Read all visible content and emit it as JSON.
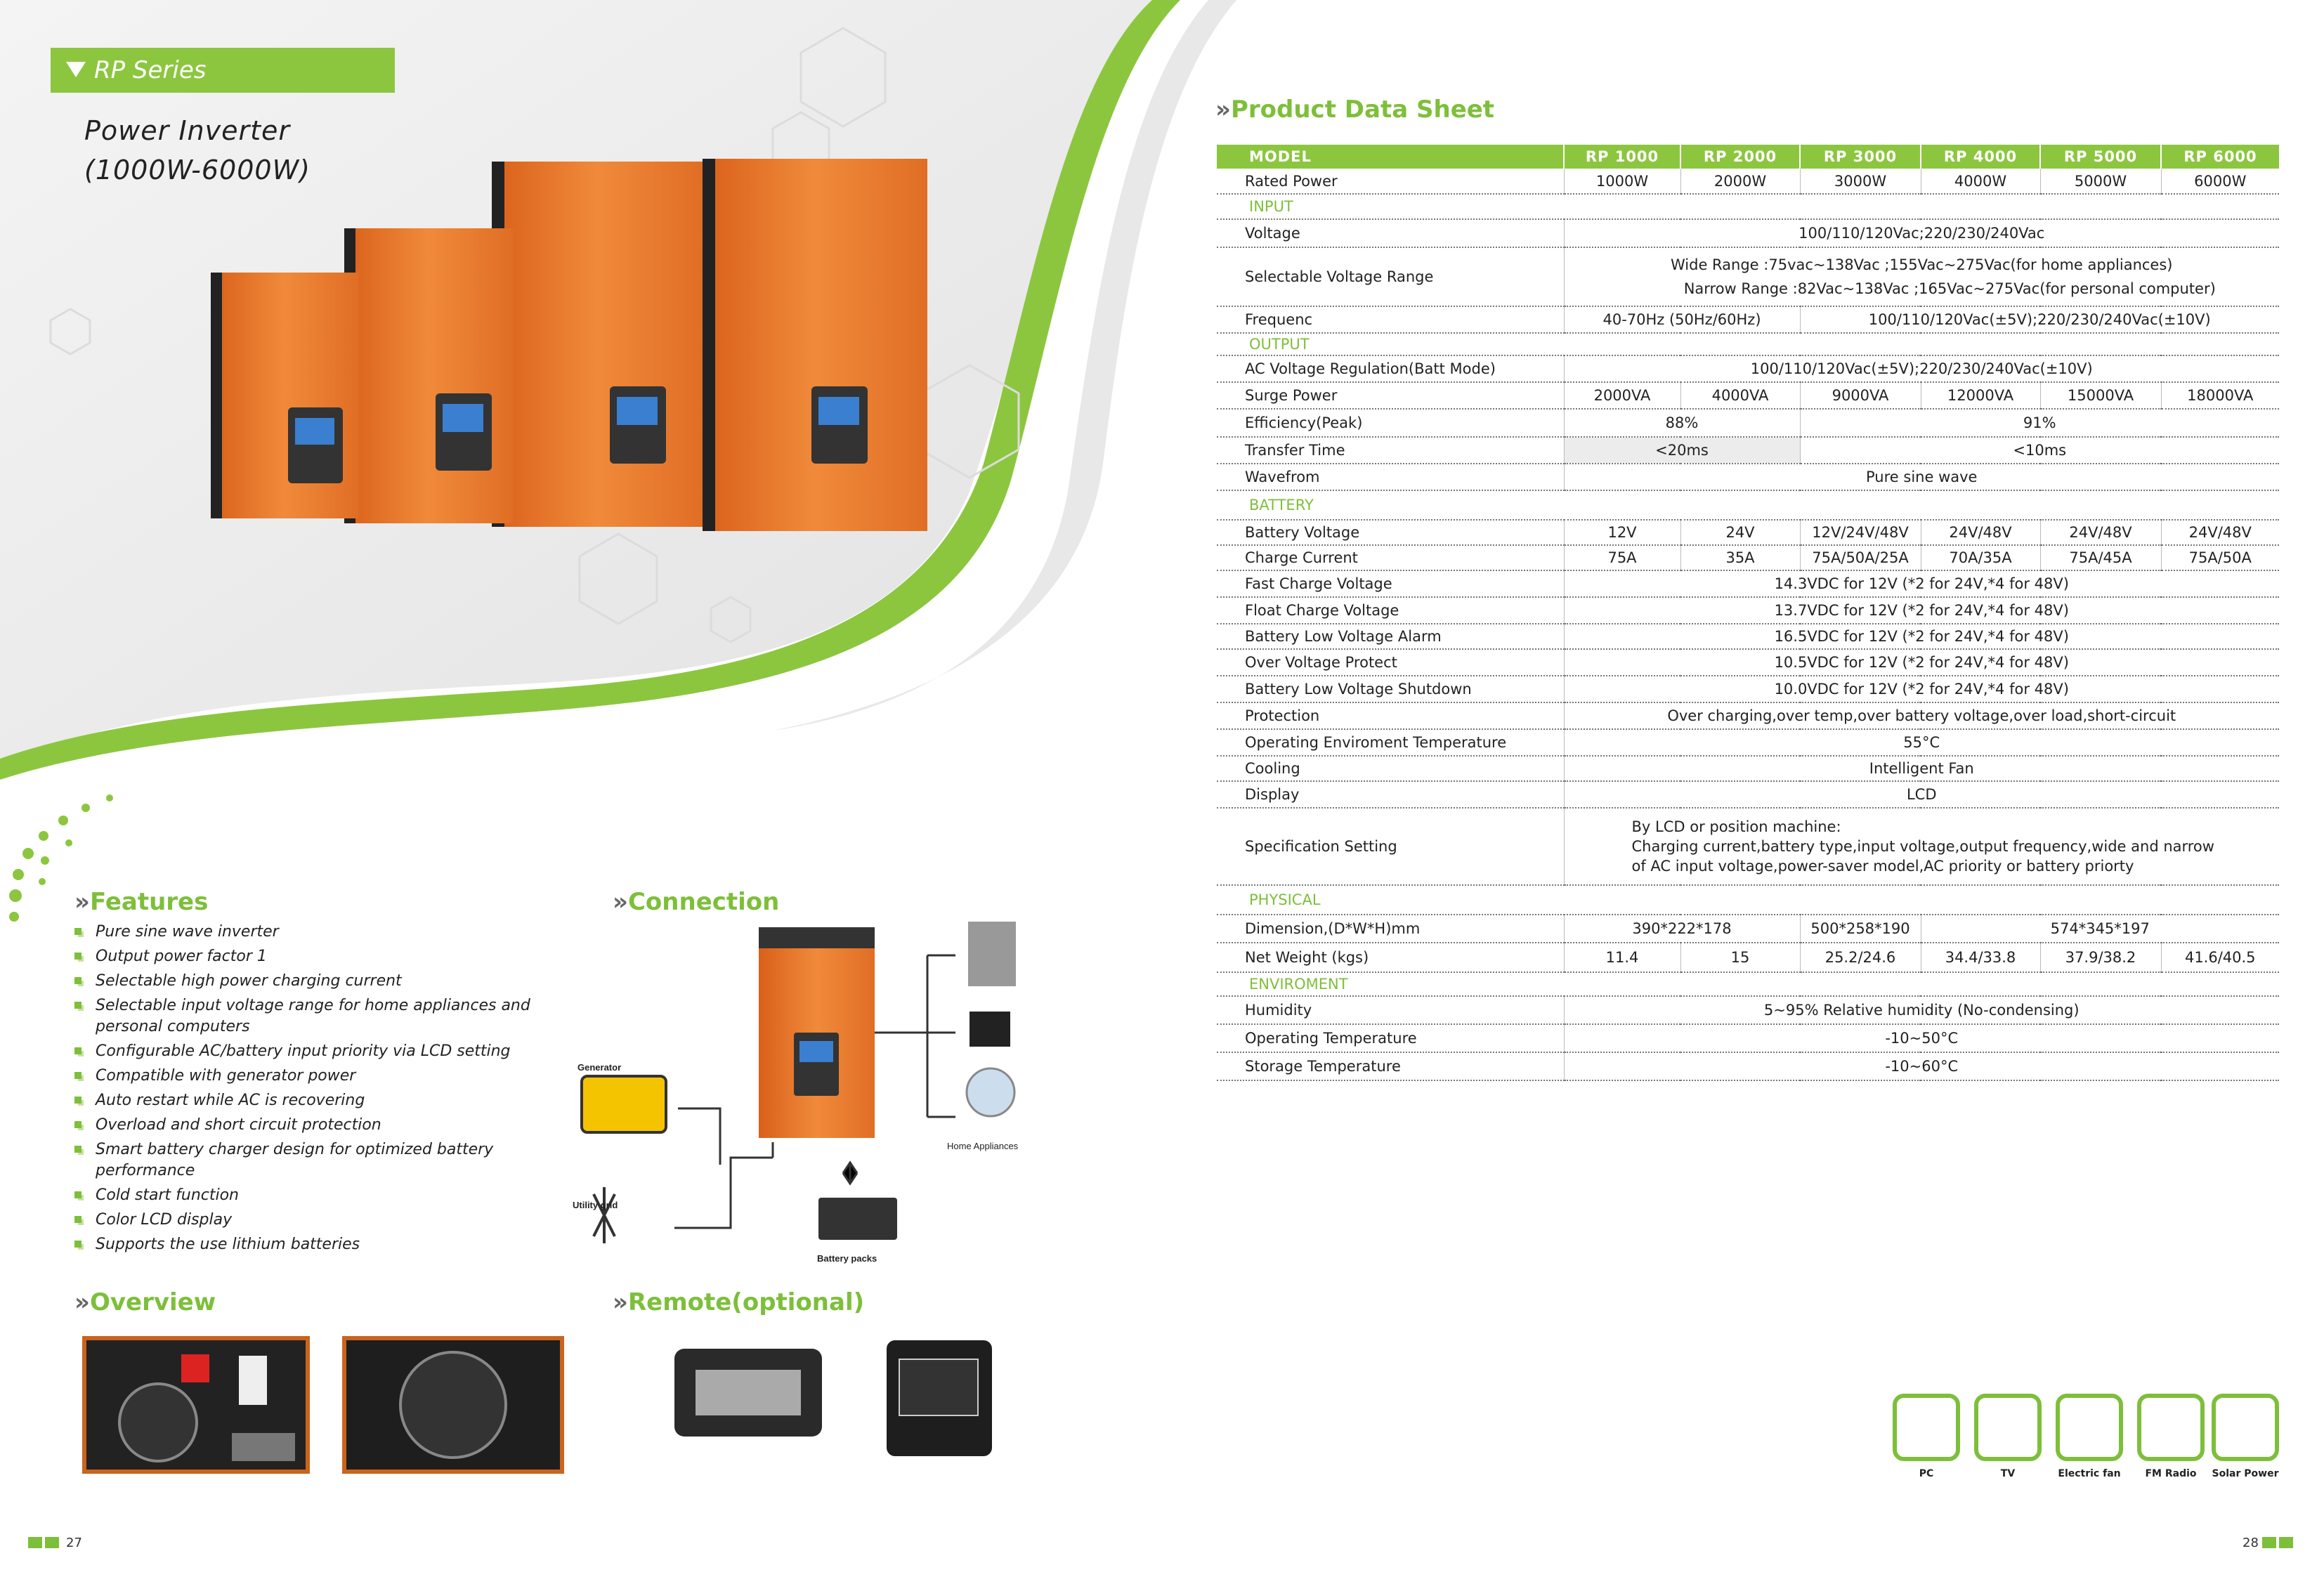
{
  "series_tab": "RP Series",
  "title_line1": "Power Inverter",
  "title_line2": "(1000W-6000W)",
  "sections": {
    "features": "Features",
    "connection": "Connection",
    "overview": "Overview",
    "remote": "Remote(optional)",
    "datasheet": "Product Data Sheet"
  },
  "features": [
    "Pure sine wave inverter",
    "Output power factor 1",
    "Selectable high power charging current",
    "Selectable input voltage range for home appliances and personal computers",
    "Configurable AC/battery input priority via LCD setting",
    "Compatible with generator power",
    "Auto restart while AC is recovering",
    "Overload and short circuit protection",
    "Smart battery charger design for optimized battery performance",
    "Cold start function",
    "Color LCD display",
    "Supports the use lithium batteries"
  ],
  "connection_labels": {
    "generator": "Generator",
    "utility": "Utility grid",
    "battery": "Battery packs",
    "home": "Home Appliances"
  },
  "table": {
    "header": [
      "MODEL",
      "RP 1000",
      "RP 2000",
      "RP 3000",
      "RP 4000",
      "RP 5000",
      "RP 6000"
    ],
    "rated_power": {
      "label": "Rated Power",
      "values": [
        "1000W",
        "2000W",
        "3000W",
        "4000W",
        "5000W",
        "6000W"
      ]
    },
    "input_group": "INPUT",
    "voltage": {
      "label": "Voltage",
      "value": "100/110/120Vac;220/230/240Vac"
    },
    "selectable": {
      "label": "Selectable Voltage Range",
      "line1": "Wide Range  :75vac~138Vac ;155Vac~275Vac(for home appliances)",
      "line2": "Narrow Range :82Vac~138Vac ;165Vac~275Vac(for personal computer)"
    },
    "frequency": {
      "label": "Frequenc",
      "a": "40-70Hz (50Hz/60Hz)",
      "b": "100/110/120Vac(±5V);220/230/240Vac(±10V)"
    },
    "output_group": "OUTPUT",
    "ac_reg": {
      "label": "AC Voltage Regulation(Batt Mode)",
      "value": "100/110/120Vac(±5V);220/230/240Vac(±10V)"
    },
    "surge": {
      "label": "Surge Power",
      "values": [
        "2000VA",
        "4000VA",
        "9000VA",
        "12000VA",
        "15000VA",
        "18000VA"
      ]
    },
    "efficiency": {
      "label": "Efficiency(Peak)",
      "a": "88%",
      "b": "91%"
    },
    "transfer": {
      "label": "Transfer Time",
      "a": "<20ms",
      "b": "<10ms"
    },
    "waveform": {
      "label": "Wavefrom",
      "value": "Pure sine wave"
    },
    "battery_group": "BATTERY",
    "batt_voltage": {
      "label": "Battery Voltage",
      "values": [
        "12V",
        "24V",
        "12V/24V/48V",
        "24V/48V",
        "24V/48V",
        "24V/48V"
      ]
    },
    "charge_current": {
      "label": "Charge Current",
      "values": [
        "75A",
        "35A",
        "75A/50A/25A",
        "70A/35A",
        "75A/45A",
        "75A/50A"
      ]
    },
    "fast_charge": {
      "label": "Fast Charge Voltage",
      "value": "14.3VDC for 12V (*2 for 24V,*4 for 48V)"
    },
    "float_charge": {
      "label": "Float Charge Voltage",
      "value": "13.7VDC for 12V (*2 for 24V,*4 for 48V)"
    },
    "low_alarm": {
      "label": "Battery Low Voltage Alarm",
      "value": "16.5VDC for 12V (*2 for 24V,*4 for 48V)"
    },
    "over_protect": {
      "label": "Over Voltage Protect",
      "value": "10.5VDC for 12V (*2 for 24V,*4 for 48V)"
    },
    "low_shutdown": {
      "label": "Battery Low Voltage Shutdown",
      "value": "10.0VDC for 12V (*2 for 24V,*4 for 48V)"
    },
    "protection": {
      "label": "Protection",
      "value": "Over charging,over temp,over battery voltage,over load,short-circuit"
    },
    "op_env_temp": {
      "label": "Operating Enviroment Temperature",
      "value": "55°C"
    },
    "cooling": {
      "label": "Cooling",
      "value": "Intelligent Fan"
    },
    "display": {
      "label": "Display",
      "value": "LCD"
    },
    "spec_setting": {
      "label": "Specification Setting",
      "line1": "By LCD or position machine:",
      "line2": "Charging current,battery type,input voltage,output frequency,wide and narrow",
      "line3": "of AC input voltage,power-saver model,AC priority or battery priorty"
    },
    "physical_group": "PHYSICAL",
    "dimension": {
      "label": "Dimension,(D*W*H)mm",
      "a": "390*222*178",
      "b": "500*258*190",
      "c": "574*345*197"
    },
    "weight": {
      "label": "Net Weight (kgs)",
      "values": [
        "11.4",
        "15",
        "25.2/24.6",
        "34.4/33.8",
        "37.9/38.2",
        "41.6/40.5"
      ]
    },
    "env_group": "ENVIROMENT",
    "humidity": {
      "label": "Humidity",
      "value": "5~95% Relative humidity (No-condensing)"
    },
    "op_temp": {
      "label": "Operating Temperature",
      "value": "-10~50°C"
    },
    "storage_temp": {
      "label": "Storage Temperature",
      "value": "-10~60°C"
    }
  },
  "app_icons": [
    "PC",
    "TV",
    "Electric fan",
    "FM Radio",
    "Solar Power"
  ],
  "page_left": "27",
  "page_right": "28",
  "colors": {
    "accent": "#8cc63f",
    "orange": "#e8762a"
  }
}
